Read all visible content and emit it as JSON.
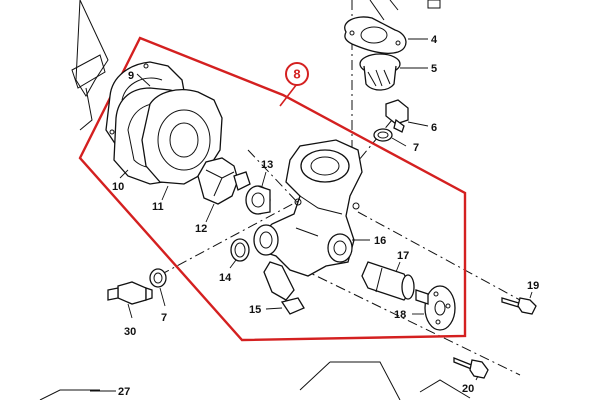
{
  "diagram": {
    "group_callout": "8",
    "callouts": [
      "4",
      "5",
      "6",
      "7",
      "9",
      "10",
      "11",
      "12",
      "13",
      "14",
      "15",
      "16",
      "17",
      "18",
      "19",
      "20",
      "7",
      "30",
      "27"
    ],
    "highlight_color": "#d42020",
    "line_color": "#111111"
  }
}
